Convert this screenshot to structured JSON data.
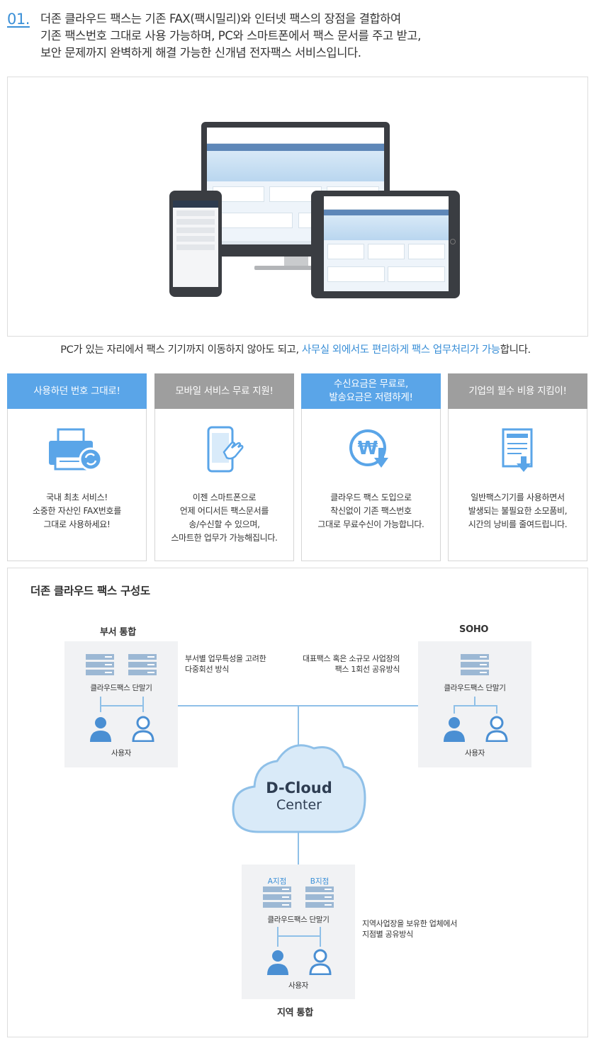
{
  "intro": {
    "number": "01.",
    "lines": [
      "더존 클라우드 팩스는 기존 FAX(팩시밀리)와 인터넷 팩스의 장점을 결합하여",
      "기존 팩스번호 그대로 사용 가능하며, PC와 스마트폰에서 팩스 문서를 주고 받고,",
      "보안 문제까지 완벽하게 해결 가능한 신개념 전자팩스 서비스입니다."
    ]
  },
  "caption": {
    "plain": "PC가 있는 자리에서 팩스 기기까지 이동하지 않아도 되고, ",
    "highlight": "사무실 외에서도 편리하게 팩스 업무처리가 가능",
    "tail": "합니다."
  },
  "cards": [
    {
      "title": "사용하던 번호 그대로!",
      "color": "#5aa5e8",
      "icon": "fax-machine-refresh-icon",
      "desc": [
        "국내 최초 서비스!",
        "소중한 자산인 FAX번호를",
        "그대로 사용하세요!"
      ]
    },
    {
      "title": "모바일 서비스 무료 지원!",
      "color": "#9e9e9e",
      "icon": "smartphone-touch-icon",
      "desc": [
        "이젠 스마트폰으로",
        "언제 어디서든 팩스문서를",
        "송/수신할 수 있으며,",
        "스마트한 업무가 가능해집니다."
      ]
    },
    {
      "title": "수신요금은 무료로,\n발송요금은 저렴하게!",
      "color": "#5aa5e8",
      "icon": "won-down-icon",
      "desc": [
        "클라우드 팩스 도입으로",
        "착신없이 기존 팩스번호",
        "그대로 무료수신이 가능합니다."
      ]
    },
    {
      "title": "기업의 필수 비용 지킴이!",
      "color": "#9e9e9e",
      "icon": "document-download-icon",
      "desc": [
        "일반팩스기기를 사용하면서",
        "발생되는 불필요한 소모품비,",
        "시간의 낭비를 줄여드립니다."
      ]
    }
  ],
  "diagram": {
    "title": "더존 클라우드 팩스 구성도",
    "dept": {
      "label": "부서 통합",
      "terminal": "클라우드팩스 단말기",
      "users": "사용자",
      "note": [
        "부서별 업무특성을 고려한",
        "다중회선 방식"
      ]
    },
    "soho": {
      "label": "SOHO",
      "terminal": "클라우드팩스 단말기",
      "users": "사용자",
      "note": [
        "대표팩스 혹은 소규모 사업장의",
        "팩스 1회선 공유방식"
      ]
    },
    "cloud": {
      "line1": "D-Cloud",
      "line2": "Center"
    },
    "region": {
      "label": "지역 통합",
      "branch_a": "A지점",
      "branch_b": "B지점",
      "terminal": "클라우드팩스 단말기",
      "users": "사용자",
      "note": [
        "지역사업장을 보유한 업체에서",
        "지점별 공유방식"
      ]
    }
  }
}
